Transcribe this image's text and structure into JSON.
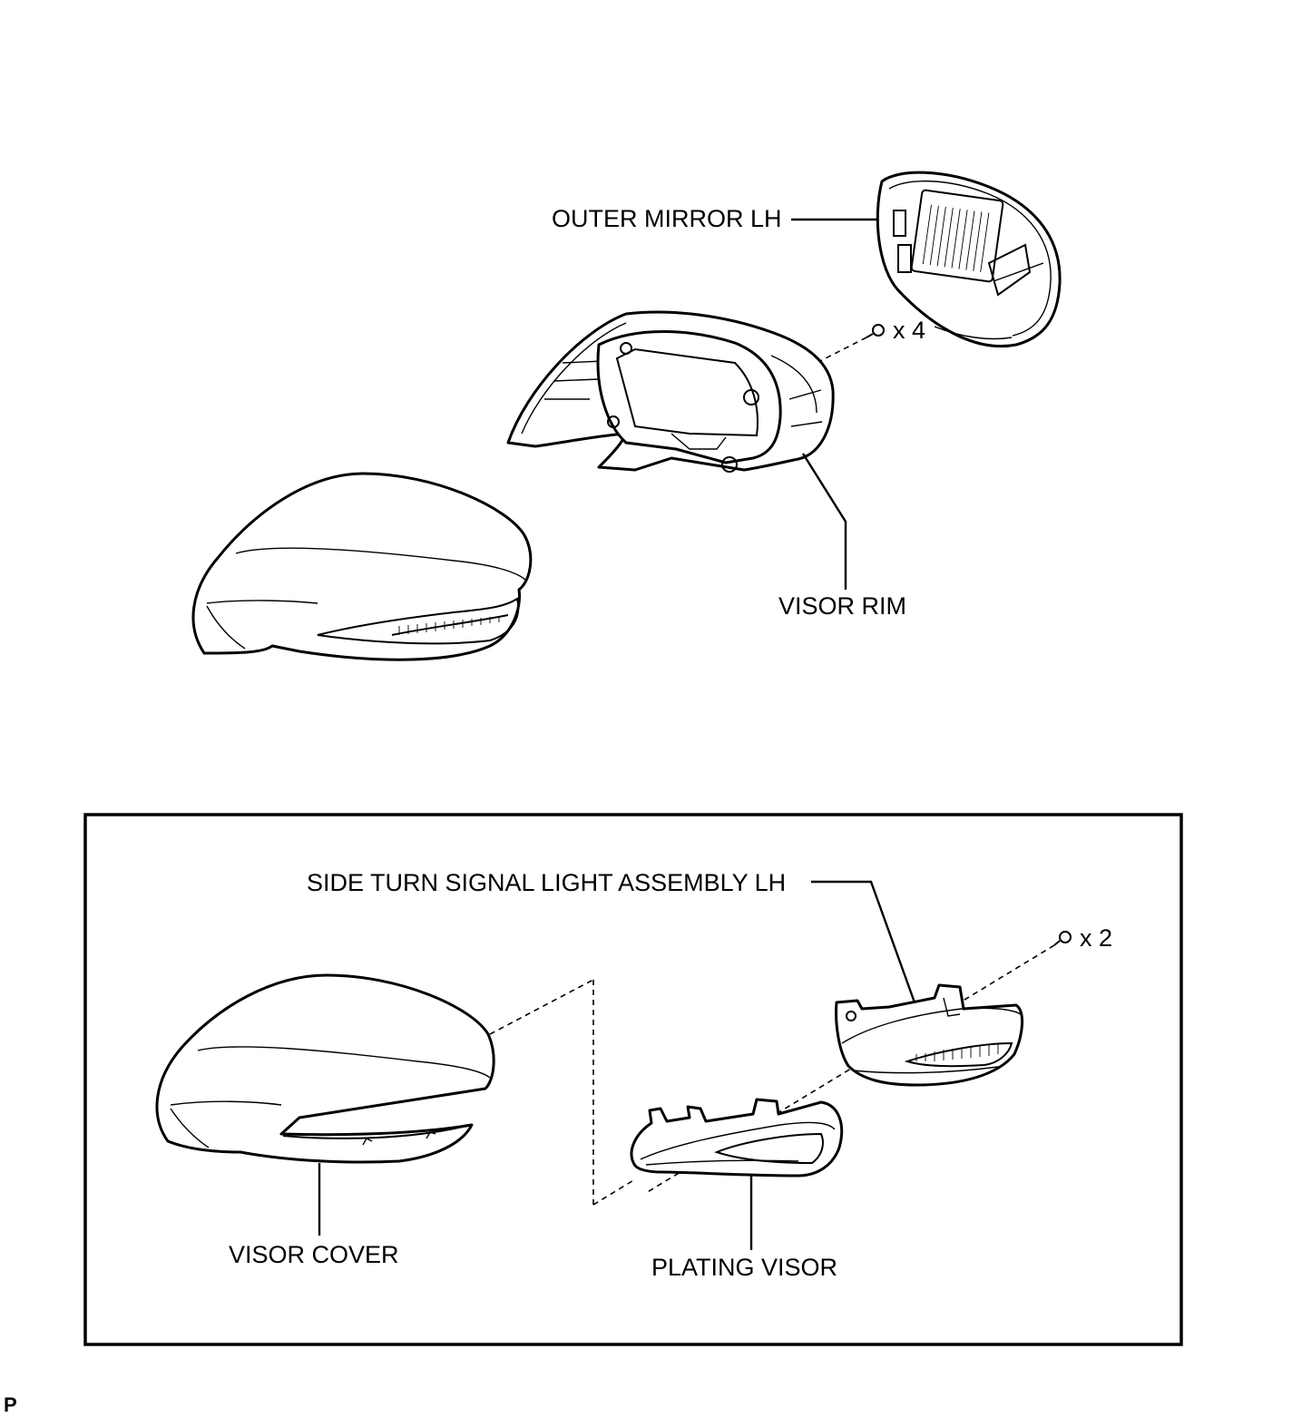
{
  "labels": {
    "outer_mirror": "OUTER MIRROR LH",
    "screw_count_top": "x 4",
    "visor_rim": "VISOR RIM",
    "side_turn_signal": "SIDE TURN SIGNAL LIGHT ASSEMBLY LH",
    "screw_count_bottom": "x 2",
    "visor_cover": "VISOR COVER",
    "plating_visor": "PLATING VISOR",
    "corner_mark": "P"
  }
}
